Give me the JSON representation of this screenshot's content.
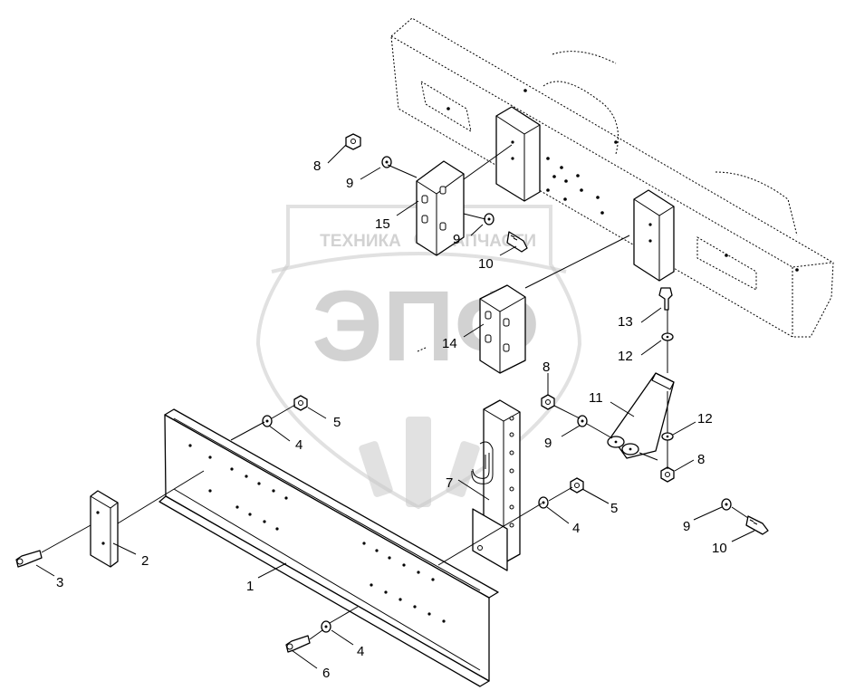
{
  "watermark": {
    "top_text_left": "ТЕХНИКА",
    "top_text_right": "ЗАПЧАСТИ",
    "logo_text": "ЭПФ"
  },
  "callouts": [
    {
      "id": "c1",
      "label": "1"
    },
    {
      "id": "c2",
      "label": "2"
    },
    {
      "id": "c3",
      "label": "3"
    },
    {
      "id": "c4a",
      "label": "4"
    },
    {
      "id": "c4b",
      "label": "4"
    },
    {
      "id": "c4c",
      "label": "4"
    },
    {
      "id": "c5a",
      "label": "5"
    },
    {
      "id": "c5b",
      "label": "5"
    },
    {
      "id": "c6",
      "label": "6"
    },
    {
      "id": "c7",
      "label": "7"
    },
    {
      "id": "c8a",
      "label": "8"
    },
    {
      "id": "c8b",
      "label": "8"
    },
    {
      "id": "c8c",
      "label": "8"
    },
    {
      "id": "c9a",
      "label": "9"
    },
    {
      "id": "c9b",
      "label": "9"
    },
    {
      "id": "c9c",
      "label": "9"
    },
    {
      "id": "c9d",
      "label": "9"
    },
    {
      "id": "c10a",
      "label": "10"
    },
    {
      "id": "c10b",
      "label": "10"
    },
    {
      "id": "c11",
      "label": "11"
    },
    {
      "id": "c12a",
      "label": "12"
    },
    {
      "id": "c12b",
      "label": "12"
    },
    {
      "id": "c13",
      "label": "13"
    },
    {
      "id": "c14",
      "label": "14"
    },
    {
      "id": "c15",
      "label": "15"
    }
  ]
}
